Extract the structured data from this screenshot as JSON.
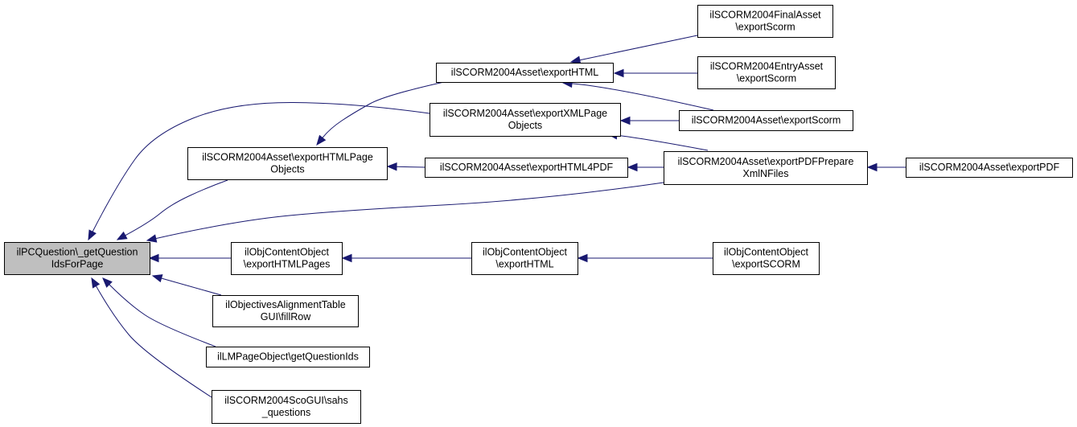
{
  "graph": {
    "colors": {
      "edge": "#191970",
      "node_fill": "#ffffff",
      "root_fill": "#bfbfbf",
      "border": "#000000"
    },
    "nodes": [
      {
        "id": "root",
        "lines": [
          "ilPCQuestion\\_getQuestion",
          "IdsForPage"
        ],
        "highlighted": true
      },
      {
        "id": "exportHTMLPageObjects",
        "lines": [
          "ilSCORM2004Asset\\exportHTMLPage",
          "Objects"
        ]
      },
      {
        "id": "exportHTML",
        "lines": [
          "ilSCORM2004Asset\\exportHTML"
        ]
      },
      {
        "id": "exportXMLPageObjects",
        "lines": [
          "ilSCORM2004Asset\\exportXMLPage",
          "Objects"
        ]
      },
      {
        "id": "exportHTML4PDF",
        "lines": [
          "ilSCORM2004Asset\\exportHTML4PDF"
        ]
      },
      {
        "id": "finalAssetExportScorm",
        "lines": [
          "ilSCORM2004FinalAsset",
          "\\exportScorm"
        ]
      },
      {
        "id": "entryAssetExportScorm",
        "lines": [
          "ilSCORM2004EntryAsset",
          "\\exportScorm"
        ]
      },
      {
        "id": "assetExportScorm",
        "lines": [
          "ilSCORM2004Asset\\exportScorm"
        ]
      },
      {
        "id": "exportPDFPrepareXmlNFiles",
        "lines": [
          "ilSCORM2004Asset\\exportPDFPrepare",
          "XmlNFiles"
        ]
      },
      {
        "id": "exportPDF",
        "lines": [
          "ilSCORM2004Asset\\exportPDF"
        ]
      },
      {
        "id": "objExportHTMLPages",
        "lines": [
          "ilObjContentObject",
          "\\exportHTMLPages"
        ]
      },
      {
        "id": "objExportHTML",
        "lines": [
          "ilObjContentObject",
          "\\exportHTML"
        ]
      },
      {
        "id": "objExportSCORM",
        "lines": [
          "ilObjContentObject",
          "\\exportSCORM"
        ]
      },
      {
        "id": "objectivesFillRow",
        "lines": [
          "ilObjectivesAlignmentTable",
          "GUI\\fillRow"
        ]
      },
      {
        "id": "lmGetQuestionIds",
        "lines": [
          "ilLMPageObject\\getQuestionIds"
        ]
      },
      {
        "id": "scoSahsQuestions",
        "lines": [
          "ilSCORM2004ScoGUI\\sahs",
          "_questions"
        ]
      }
    ],
    "edges": [
      {
        "from": "exportHTMLPageObjects",
        "to": "root"
      },
      {
        "from": "exportXMLPageObjects",
        "to": "root"
      },
      {
        "from": "exportPDFPrepareXmlNFiles",
        "to": "root"
      },
      {
        "from": "objExportHTMLPages",
        "to": "root"
      },
      {
        "from": "objectivesFillRow",
        "to": "root"
      },
      {
        "from": "lmGetQuestionIds",
        "to": "root"
      },
      {
        "from": "scoSahsQuestions",
        "to": "root"
      },
      {
        "from": "exportHTML",
        "to": "exportHTMLPageObjects"
      },
      {
        "from": "exportHTML4PDF",
        "to": "exportHTMLPageObjects"
      },
      {
        "from": "finalAssetExportScorm",
        "to": "exportHTML"
      },
      {
        "from": "entryAssetExportScorm",
        "to": "exportHTML"
      },
      {
        "from": "assetExportScorm",
        "to": "exportHTML"
      },
      {
        "from": "assetExportScorm",
        "to": "exportXMLPageObjects"
      },
      {
        "from": "exportPDFPrepareXmlNFiles",
        "to": "exportXMLPageObjects"
      },
      {
        "from": "exportPDFPrepareXmlNFiles",
        "to": "exportHTML4PDF"
      },
      {
        "from": "exportPDF",
        "to": "exportPDFPrepareXmlNFiles"
      },
      {
        "from": "objExportHTML",
        "to": "objExportHTMLPages"
      },
      {
        "from": "objExportSCORM",
        "to": "objExportHTML"
      }
    ]
  }
}
